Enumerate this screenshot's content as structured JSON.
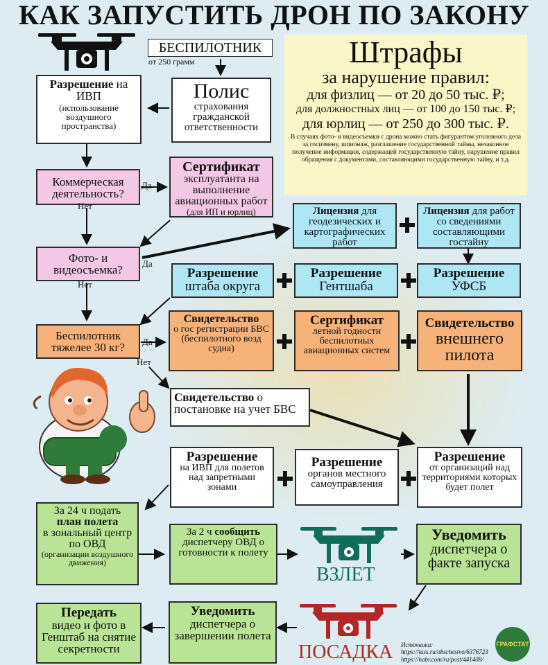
{
  "title": "КАК ЗАПУСТИТЬ ДРОН ПО ЗАКОНУ",
  "drone_label": {
    "title": "БЕСПИЛОТНИК",
    "sub": "от 250 грамм"
  },
  "fines": {
    "title": "Штрафы",
    "subtitle": "за нарушение правил:",
    "lines": [
      "для физлиц — от 20 до 50 тыс. ₽;",
      "для должностных лиц — от 100 до 150 тыс. ₽;",
      "для юрлиц — от 250 до 300 тыс. ₽."
    ],
    "note": "В случаях фото- и видеосъемки с дрона можно стать фигурантом уголовного дела за госизмену, шпионаж, разглашение государственной тайны, незаконное получение информации, содержащей государственную тайну, нарушение правил обращения с документами, составляющими государственную тайну, и т.д."
  },
  "boxes": {
    "ivp": {
      "bold": "Разрешение",
      "rest": " на ИВП",
      "small": "(использование воздушного пространства)"
    },
    "polis": {
      "big": "Полис",
      "rest": "страхования гражданской ответственности"
    },
    "commercial": "Коммерческая деятельность?",
    "cert_op": {
      "bold": "Сертификат",
      "rest": "эксплуатанта на выполнение авиационных работ",
      "small": "(для ИП и юрлиц)"
    },
    "lic_geo": {
      "bold": "Лицензия",
      "rest": " для геодезических и картографических работ"
    },
    "lic_secret": {
      "bold": "Лицензия",
      "rest": " для работ со сведениями составляющими гостайну"
    },
    "photo": "Фото- и видеосъемка?",
    "perm_district": {
      "bold": "Разрешение",
      "rest": "штаба округа"
    },
    "perm_genshtab": {
      "bold": "Разрешение",
      "rest": "Гентшаба"
    },
    "perm_ufsb": {
      "bold": "Разрешение",
      "rest": "УФСБ"
    },
    "heavy": "Беспилотник тяжелее 30 кг?",
    "cert_reg": {
      "bold": "Свидетельство",
      "rest": "о гос регистрации БВС (беспилотного возд судна)"
    },
    "cert_fit": {
      "bold": "Сертификат",
      "rest": "летной годности беспилотных авиационных систем"
    },
    "cert_pilot": {
      "bold": "Свидетельство",
      "rest": "внешнего пилота"
    },
    "cert_record": {
      "bold": "Свидетельство",
      "rest": " о постановке на учет БВС"
    },
    "perm_ivp_zones": {
      "bold": "Разрешение",
      "rest": "на ИВП для полетов над запретными зонами"
    },
    "perm_local": {
      "bold": "Разрешение",
      "rest": "органов местного самоуправления"
    },
    "perm_owner": {
      "bold": "Разрешение",
      "rest": "от организаций над территориями которых будет полет"
    },
    "plan": {
      "pre": "За 24 ч подать",
      "bold": "план полета",
      "rest": "в зональный центр по ОВД",
      "small": "(организации воздушного движения)"
    },
    "report2": {
      "pre": "За 2 ч",
      "bold": "сообщить",
      "rest": "диспетчеру ОВД о готовности к полету"
    },
    "notify_start": {
      "bold": "Уведомить",
      "rest": "диспетчера о факте запуска"
    },
    "send_video": {
      "bold": "Передать",
      "rest": "видео и фото в Генштаб на снятие секретности"
    },
    "notify_end": {
      "bold": "Уведомить",
      "rest": "диспетчера о завершении полета"
    }
  },
  "answers": {
    "yes": "Да",
    "no": "Нет"
  },
  "takeoff": "ВЗЛЕТ",
  "landing": "ПОСАДКА",
  "sources": {
    "title": "Источники:",
    "l1": "https://tass.ru/obschestvo/6376723",
    "l2": "https://habr.com/ru/post/441408/"
  },
  "logo": "ГРАФСТАТ",
  "colors": {
    "cyan": "#aee6f4",
    "orange": "#f7b27a",
    "green": "#b9e495",
    "pink": "#f3c8e6",
    "yellow_note": "#fbf6c8",
    "drone_dark": "#111111",
    "drone_teal": "#0f6d5c",
    "drone_red": "#b32626"
  }
}
